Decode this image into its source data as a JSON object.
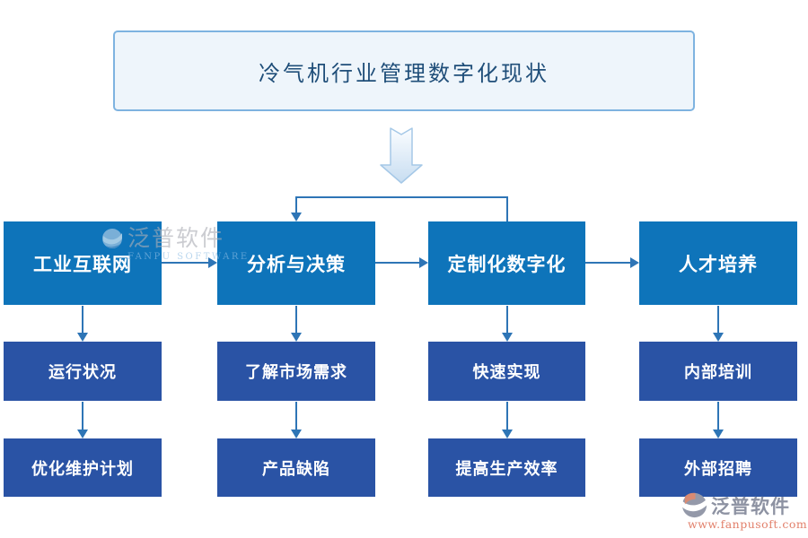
{
  "title": {
    "text": "冷气机行业管理数字化现状"
  },
  "flow": {
    "columns": [
      {
        "head": "工业互联网",
        "step2": "运行状况",
        "step3": "优化维护计划"
      },
      {
        "head": "分析与决策",
        "step2": "了解市场需求",
        "step3": "产品缺陷"
      },
      {
        "head": "定制化数字化",
        "step2": "快速实现",
        "step3": "提高生产效率"
      },
      {
        "head": "人才培养",
        "step2": "内部培训",
        "step3": "外部招聘"
      }
    ]
  },
  "watermark": {
    "brand_cn": "泛普软件",
    "brand_en": "FANPU SOFTWARE"
  },
  "footer_logo": {
    "brand_cn": "泛普软件",
    "website": "www.fanpusoft.com"
  },
  "colors": {
    "level1_box": "#0E74BA",
    "level2_box": "#2A53A5",
    "connector": "#2E75B6",
    "title_text": "#1F4E79",
    "title_border": "#7EB3E0",
    "title_fill": "#EEF5FB",
    "big_arrow_fill_top": "#FBFDFF",
    "big_arrow_fill_bottom": "#C7DDF1",
    "big_arrow_stroke": "#A5C8E7",
    "watermark_gray": "#ACAEB6",
    "watermark_blue": "#8FBEE4",
    "logo_gray": "#8D92A2",
    "website_text": "#E2806B"
  }
}
